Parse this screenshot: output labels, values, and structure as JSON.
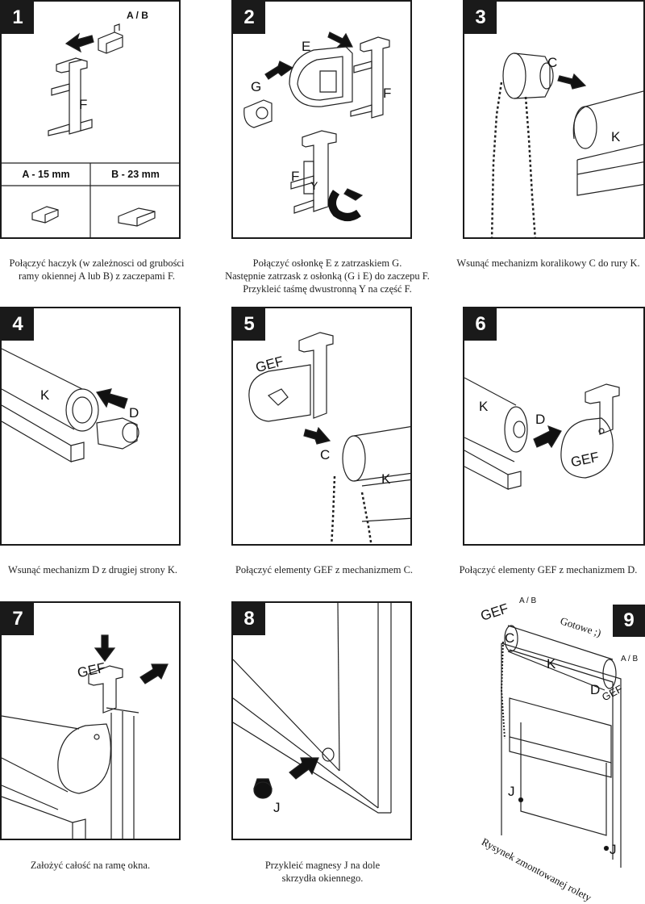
{
  "steps": [
    {
      "number": "1",
      "caption_lines": [
        "Połączyć haczyk (w zależnosci od grubości",
        "ramy okiennej A lub B) z zaczepami F."
      ],
      "labels": {
        "ab": "A / B",
        "f": "F",
        "a_size": "A - 15 mm",
        "b_size": "B - 23 mm"
      }
    },
    {
      "number": "2",
      "caption_lines": [
        "Połączyć osłonkę E z zatrzaskiem G.",
        "Następnie zatrzask z osłonką (G i E) do zaczepu F.",
        "Przykleić taśmę dwustronną Y na część F."
      ],
      "labels": {
        "e": "E",
        "g": "G",
        "f1": "F",
        "f2": "F",
        "y": "Y"
      }
    },
    {
      "number": "3",
      "caption_lines": [
        "Wsunąć mechanizm koralikowy C do rury K."
      ],
      "labels": {
        "c": "C",
        "k": "K"
      }
    },
    {
      "number": "4",
      "caption_lines": [
        "Wsunąć mechanizm D z drugiej strony K."
      ],
      "labels": {
        "k": "K",
        "d": "D"
      }
    },
    {
      "number": "5",
      "caption_lines": [
        "Połączyć elementy GEF z mechanizmem C."
      ],
      "labels": {
        "gef": "GEF",
        "c": "C",
        "k": "K"
      }
    },
    {
      "number": "6",
      "caption_lines": [
        "Połączyć elementy GEF z mechanizmem D."
      ],
      "labels": {
        "k": "K",
        "d": "D",
        "gef": "GEF"
      }
    },
    {
      "number": "7",
      "caption_lines": [
        "Założyć całość na ramę okna."
      ],
      "labels": {
        "gef": "GEF"
      }
    },
    {
      "number": "8",
      "caption_lines": [
        "Przykleić magnesy J na dole",
        "skrzydła okiennego."
      ],
      "labels": {
        "j": "J"
      }
    },
    {
      "number": "9",
      "caption_lines": [],
      "labels": {
        "gef1": "GEF",
        "ab1": "A / B",
        "gotowe": "Gotowe ;)",
        "ab2": "A / B",
        "c": "C",
        "k": "K",
        "d": "D",
        "gef2": "GEF",
        "j1": "J",
        "j2": "J",
        "rysunek": "Rysynek zmontowanej rolety"
      }
    }
  ]
}
